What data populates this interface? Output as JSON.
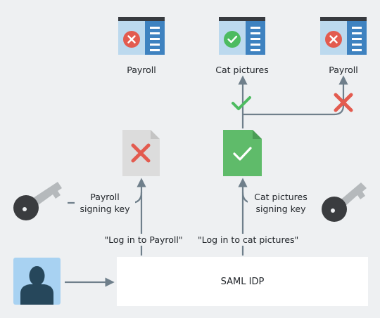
{
  "apps": [
    {
      "label": "Payroll",
      "status": "denied"
    },
    {
      "label": "Cat pictures",
      "status": "granted"
    },
    {
      "label": "Payroll",
      "status": "denied"
    }
  ],
  "keys": {
    "payroll": "Payroll\nsigning key",
    "cat": "Cat pictures\nsigning key"
  },
  "requests": {
    "payroll": "\"Log in to Payroll\"",
    "cat": "\"Log in to cat pictures\""
  },
  "idp": {
    "label": "SAML IDP"
  },
  "colors": {
    "window_title_bar": "#373a3f",
    "window_left": "#bcd9ee",
    "window_right": "#3e82c0",
    "status_denied": "#e35b4f",
    "status_granted": "#4dbb60",
    "document_valid": "#5fbb6a",
    "document_invalid": "#dcdcdc",
    "arrow": "#6f7f8b",
    "key": "#b5b9bc",
    "key_head": "#3a3c3f",
    "user_bg": "#a8d2f2",
    "user_silhouette": "#26475b"
  }
}
